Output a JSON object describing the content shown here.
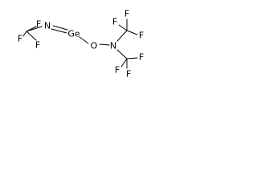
{
  "molecule": {
    "atoms": {
      "f_left_upper": "F",
      "f_left_lower_a": "F",
      "f_left_lower_b": "F",
      "n_imine": "N",
      "ge": "Ge",
      "o": "O",
      "n_amine": "N",
      "f_right_top_a": "F",
      "f_right_top_b": "F",
      "f_right_top_c": "F",
      "f_right_bottom_a": "F",
      "f_right_bottom_b": "F",
      "f_right_bottom_c": "F"
    }
  }
}
